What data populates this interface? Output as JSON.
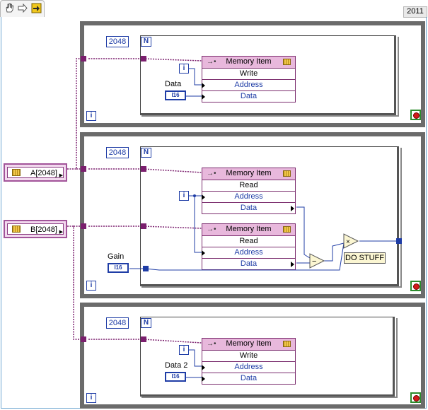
{
  "toolbar": {
    "icons": [
      "hand-icon",
      "arrow-right-icon",
      "step-icon"
    ],
    "version": "2011"
  },
  "frames": [
    {
      "n_const": "2048",
      "n_label": "N",
      "i_label": "i",
      "node": {
        "title": "Memory Item",
        "mode": "Write",
        "address": "Address",
        "data": "Data"
      },
      "data_label": "Data",
      "data_type": "I16"
    },
    {
      "n_const": "2048",
      "n_label": "N",
      "i_label": "i",
      "node_a": {
        "title": "Memory Item",
        "mode": "Read",
        "address": "Address",
        "data": "Data"
      },
      "node_b": {
        "title": "Memory Item",
        "mode": "Read",
        "address": "Address",
        "data": "Data"
      },
      "gain_label": "Gain",
      "gain_type": "I16",
      "subtract_symbol": "−",
      "multiply_symbol": "×",
      "do_stuff": "DO STUFF"
    },
    {
      "n_const": "2048",
      "n_label": "N",
      "i_label": "i",
      "node": {
        "title": "Memory Item",
        "mode": "Write",
        "address": "Address",
        "data": "Data"
      },
      "data_label": "Data 2",
      "data_type": "I16"
    }
  ],
  "arrays": {
    "a_label": "A[2048]",
    "b_label": "B[2048]"
  }
}
